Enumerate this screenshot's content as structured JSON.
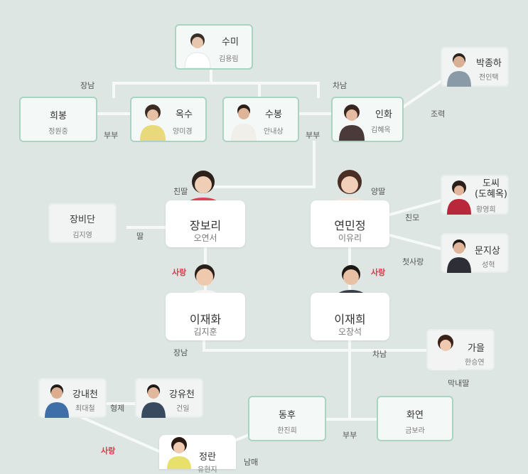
{
  "nodes": {
    "sumi": {
      "name": "수미",
      "actor": "김용림"
    },
    "parkjongha": {
      "name": "박종하",
      "actor": "전인택"
    },
    "huibong": {
      "name": "희봉",
      "actor": "정원중"
    },
    "oksu": {
      "name": "옥수",
      "actor": "양미경"
    },
    "subong": {
      "name": "수봉",
      "actor": "안내상"
    },
    "inhwa": {
      "name": "인화",
      "actor": "김혜옥"
    },
    "dossi": {
      "name": "도씨\n(도혜옥)",
      "actor": "황영희"
    },
    "jangbidan": {
      "name": "장비단",
      "actor": "김지영"
    },
    "jangbori": {
      "name": "장보리",
      "actor": "오연서"
    },
    "yeonminjeong": {
      "name": "연민정",
      "actor": "이유리"
    },
    "munjisang": {
      "name": "문지상",
      "actor": "성혁"
    },
    "ijaehwa": {
      "name": "이재화",
      "actor": "김지훈"
    },
    "ijaehui": {
      "name": "이재희",
      "actor": "오창석"
    },
    "gaeul": {
      "name": "가을",
      "actor": "한승연"
    },
    "gangnaecheon": {
      "name": "강내천",
      "actor": "최대철"
    },
    "gangyucheon": {
      "name": "강유천",
      "actor": "건일"
    },
    "donghu": {
      "name": "동후",
      "actor": "한진희"
    },
    "hwayeon": {
      "name": "화연",
      "actor": "금보라"
    },
    "jeongran": {
      "name": "정란",
      "actor": "유현지"
    }
  },
  "labels": {
    "jangnam_top": "장남",
    "channam_top": "차남",
    "bubu_left": "부부",
    "bubu_right": "부부",
    "joryeok": "조력",
    "chinttal": "친딸",
    "yangttal": "양딸",
    "chinmo": "친모",
    "ttal": "딸",
    "cheotsarang": "첫사랑",
    "sarang_left": "사랑",
    "sarang_right": "사랑",
    "jangnam_mid": "장남",
    "channam_mid": "차남",
    "magnaettal": "막내딸",
    "hyeongje": "형제",
    "bubu_bottom": "부부",
    "sarang_bottom": "사랑",
    "nammae": "남매"
  },
  "colors": {
    "line": "#f6f9f8",
    "accent_border": "#a9d4c1",
    "love": "#e2334a"
  },
  "icons": {
    "portrait": "person-portrait-icon"
  }
}
